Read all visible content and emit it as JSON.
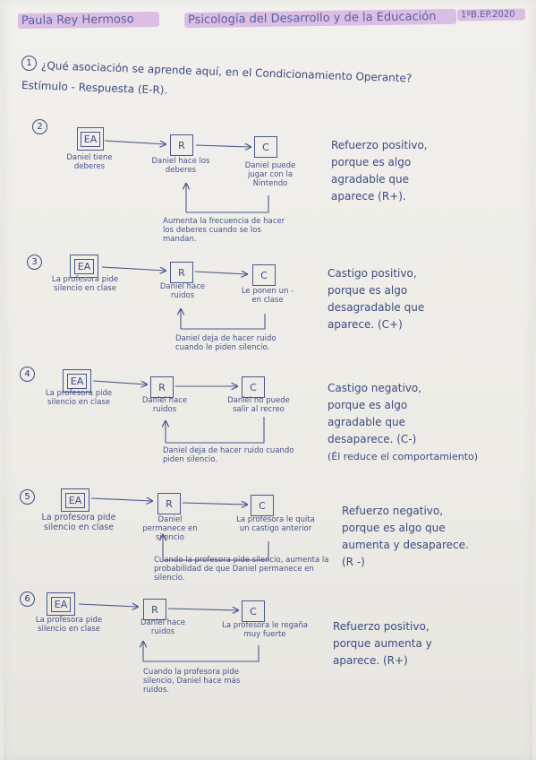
{
  "header": {
    "name": "Paula Rey Hermoso",
    "subject": "Psicología del Desarrollo y de la Educación",
    "group": "1ºB.EP.2020"
  },
  "q1": {
    "number": "1",
    "question": "¿Qué asociación se aprende aquí, en el Condicionamiento Operante?",
    "answer": "Estímulo - Respuesta (E-R)."
  },
  "diagrams": [
    {
      "number": "2",
      "ea": "EA",
      "r": "R",
      "c": "C",
      "ea_text": "Daniel tiene deberes",
      "r_text": "Daniel hace los deberes",
      "c_text": "Daniel puede jugar con la Nintendo",
      "loop_text": "Aumenta la frecuencia de hacer los deberes cuando se los mandan.",
      "conclusion": [
        "Refuerzo positivo,",
        "porque es algo",
        "agradable que",
        "aparece (R+)."
      ]
    },
    {
      "number": "3",
      "ea": "EA",
      "r": "R",
      "c": "C",
      "ea_text": "La profesora pide silencio en clase",
      "r_text": "Daniel hace ruidos",
      "c_text": "Le ponen un - en clase",
      "loop_text": "Daniel deja de hacer ruido cuando le piden silencio.",
      "conclusion": [
        "Castigo positivo,",
        "porque es algo",
        "desagradable que",
        "aparece. (C+)"
      ]
    },
    {
      "number": "4",
      "ea": "EA",
      "r": "R",
      "c": "C",
      "ea_text": "La profesora pide silencio en clase",
      "r_text": "Daniel hace ruidos",
      "c_text": "Daniel no puede salir al recreo",
      "loop_text": "Daniel deja de hacer ruido cuando piden silencio.",
      "conclusion": [
        "Castigo negativo,",
        "porque es algo",
        "agradable que",
        "desaparece. (C-)",
        "(Él reduce el comportamiento)"
      ]
    },
    {
      "number": "5",
      "ea": "EA",
      "r": "R",
      "c": "C",
      "ea_text": "La profesora pide silencio en clase",
      "r_text": "Daniel permanece en silencio",
      "c_text": "La profesora le quita un castigo anterior",
      "loop_text": "Cuando la profesora pide silencio, aumenta la probabilidad de que Daniel permanece en silencio.",
      "conclusion": [
        "Refuerzo negativo,",
        "porque es algo que",
        "aumenta y desaparece.",
        "(R -)"
      ]
    },
    {
      "number": "6",
      "ea": "EA",
      "r": "R",
      "c": "C",
      "ea_text": "La profesora pide silencio en clase",
      "r_text": "Daniel hace ruidos",
      "c_text": "La profesora le regaña muy fuerte",
      "loop_text": "Cuando la profesora pide silencio, Daniel hace más ruidos.",
      "conclusion": [
        "Refuerzo positivo,",
        "porque aumenta y",
        "aparece. (R+)"
      ]
    }
  ]
}
